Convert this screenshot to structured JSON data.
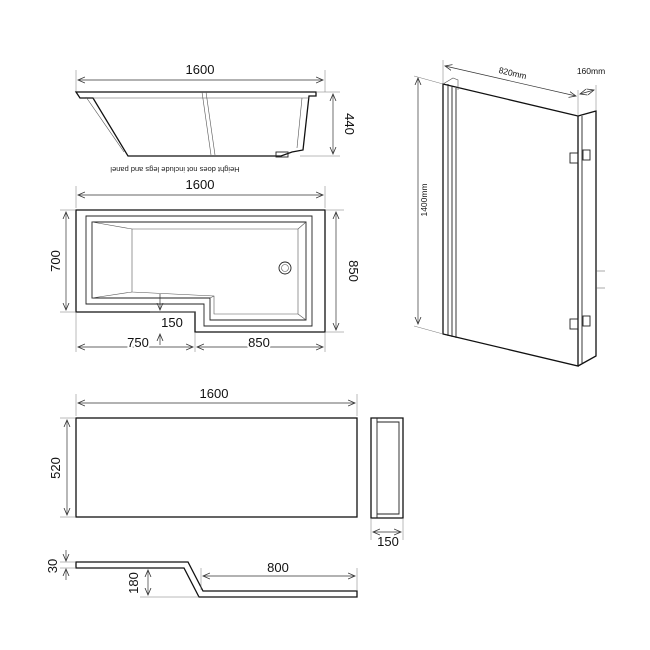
{
  "side_view": {
    "width_label": "1600",
    "height_label": "440",
    "note": "Height does not include legs and panel"
  },
  "top_view": {
    "width_label": "1600",
    "depth_left_label": "700",
    "depth_right_label": "850",
    "step_label": "150",
    "split_left_label": "750",
    "split_right_label": "850"
  },
  "panel_front": {
    "width_label": "1600",
    "height_label": "520"
  },
  "panel_end": {
    "depth_label": "150"
  },
  "panel_plan": {
    "thickness_label": "30",
    "step_label": "180",
    "length_label": "800"
  },
  "screen": {
    "width_label": "820mm",
    "return_label": "160mm",
    "height_label": "1400mm"
  }
}
